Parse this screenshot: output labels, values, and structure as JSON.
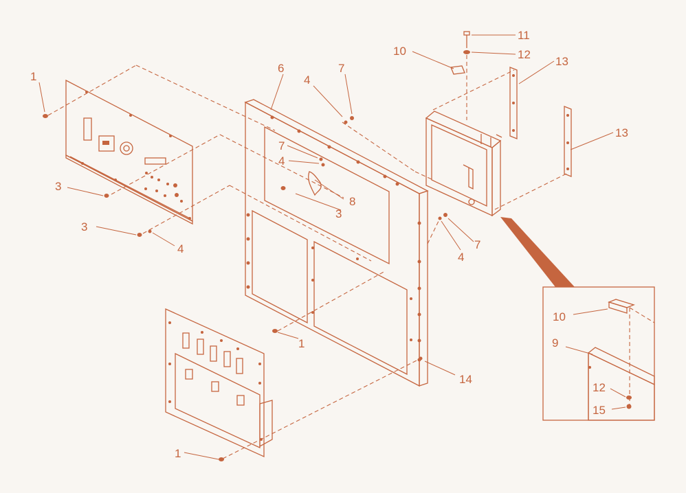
{
  "colors": {
    "line": "#c5653f",
    "background": "#f9f6f2"
  },
  "callouts": {
    "c1a": "1",
    "c1b": "1",
    "c1c": "1",
    "c3a": "3",
    "c3b": "3",
    "c3c": "3",
    "c4a": "4",
    "c4b": "4",
    "c4c": "4",
    "c4d": "4",
    "c6": "6",
    "c7a": "7",
    "c7b": "7",
    "c7c": "7",
    "c8": "8",
    "c9": "9",
    "c10a": "10",
    "c10b": "10",
    "c11": "11",
    "c12a": "12",
    "c12b": "12",
    "c13a": "13",
    "c13b": "13",
    "c14": "14",
    "c15": "15"
  }
}
